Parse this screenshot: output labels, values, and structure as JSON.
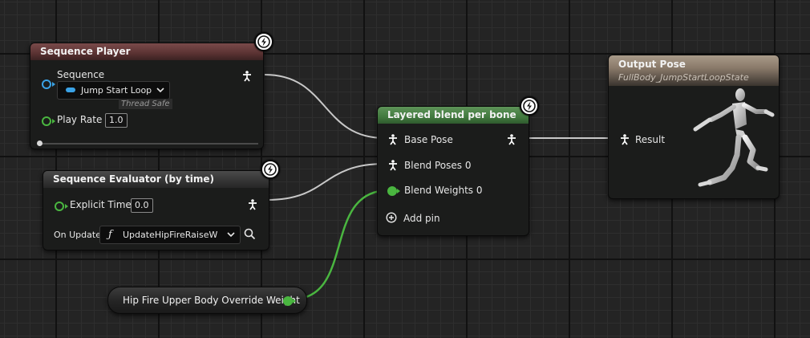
{
  "nodes": {
    "sequence_player": {
      "title": "Sequence Player",
      "sequence_label": "Sequence",
      "sequence_value": "Jump Start Loop",
      "thread_safe": "Thread Safe",
      "play_rate_label": "Play Rate",
      "play_rate_value": "1.0"
    },
    "sequence_evaluator": {
      "title": "Sequence Evaluator (by time)",
      "explicit_time_label": "Explicit Time",
      "explicit_time_value": "0.0",
      "on_update_label": "On Update",
      "on_update_value": "UpdateHipFireRaiseWei"
    },
    "layered_blend": {
      "title": "Layered blend per bone",
      "base_pose_label": "Base Pose",
      "blend_poses_label": "Blend Poses 0",
      "blend_weights_label": "Blend Weights 0",
      "add_pin_label": "Add pin"
    },
    "output_pose": {
      "title": "Output Pose",
      "subtitle": "FullBody_JumpStartLoopState",
      "result_label": "Result"
    },
    "variable_node": {
      "label": "Hip Fire Upper Body Override Weight"
    }
  },
  "icons": {
    "badge": "lightning-bolt-icon",
    "pose_pin": "mannequin-pose-icon",
    "function": "function-f-icon",
    "search": "search-icon",
    "add": "plus-circle-icon"
  },
  "colors": {
    "float_pin": "#4ab640",
    "object_pin": "#3aa2e6",
    "wire_pose": "#c8c8c8",
    "wire_float": "#4ab640",
    "header_sequence_player": "#6a3e3e",
    "header_layered_blend": "#4a8346",
    "header_output": "#8b7b6b"
  }
}
